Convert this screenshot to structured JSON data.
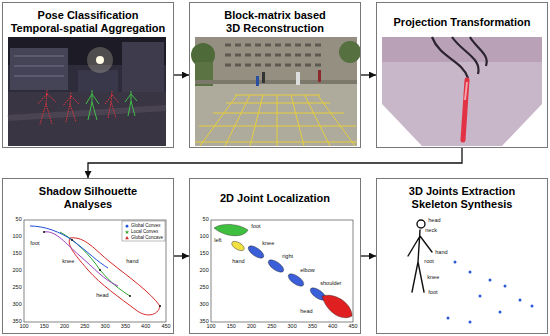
{
  "diagram": {
    "nodes": [
      {
        "text": [
          "Pose Classification",
          "Temporal-spatial Aggregation"
        ]
      },
      {
        "text": [
          "Block-matrix based 3D Reconstruction"
        ]
      },
      {
        "text": [
          "Projection Transformation"
        ]
      },
      {
        "text": [
          "Shadow Silhouette Analyses"
        ]
      },
      {
        "text": [
          "2D Joint Localization"
        ]
      },
      {
        "text": [
          "3D Joints Extraction",
          "Skeleton Synthesis"
        ]
      }
    ],
    "edges": [
      {
        "from": 0,
        "to": 1,
        "arrow": "to"
      },
      {
        "from": 1,
        "to": 2,
        "arrow": "to"
      },
      {
        "from": 2,
        "to": 3,
        "arrow": "to"
      },
      {
        "from": 3,
        "to": 4,
        "arrow": "to"
      },
      {
        "from": 4,
        "to": 5,
        "arrow": "to"
      }
    ],
    "labels": [
      "50",
      "100",
      "150",
      "200",
      "250",
      "300",
      "350",
      "100",
      "150",
      "200",
      "250",
      "300",
      "350",
      "400",
      "450",
      "foot",
      "knee",
      "hand",
      "head",
      "50",
      "100",
      "150",
      "200",
      "250",
      "300",
      "350",
      "100",
      "150",
      "200",
      "250",
      "300",
      "350",
      "400",
      "450",
      "foot",
      "left",
      "knee",
      "right",
      "hand",
      "elbow",
      "shoulder",
      "head",
      "head",
      "neck",
      "hand",
      "root",
      "knee",
      "foot"
    ],
    "legend": [
      {
        "text": "Global Convex"
      },
      {
        "text": "Local Convex"
      },
      {
        "text": "Global Concave"
      }
    ]
  }
}
